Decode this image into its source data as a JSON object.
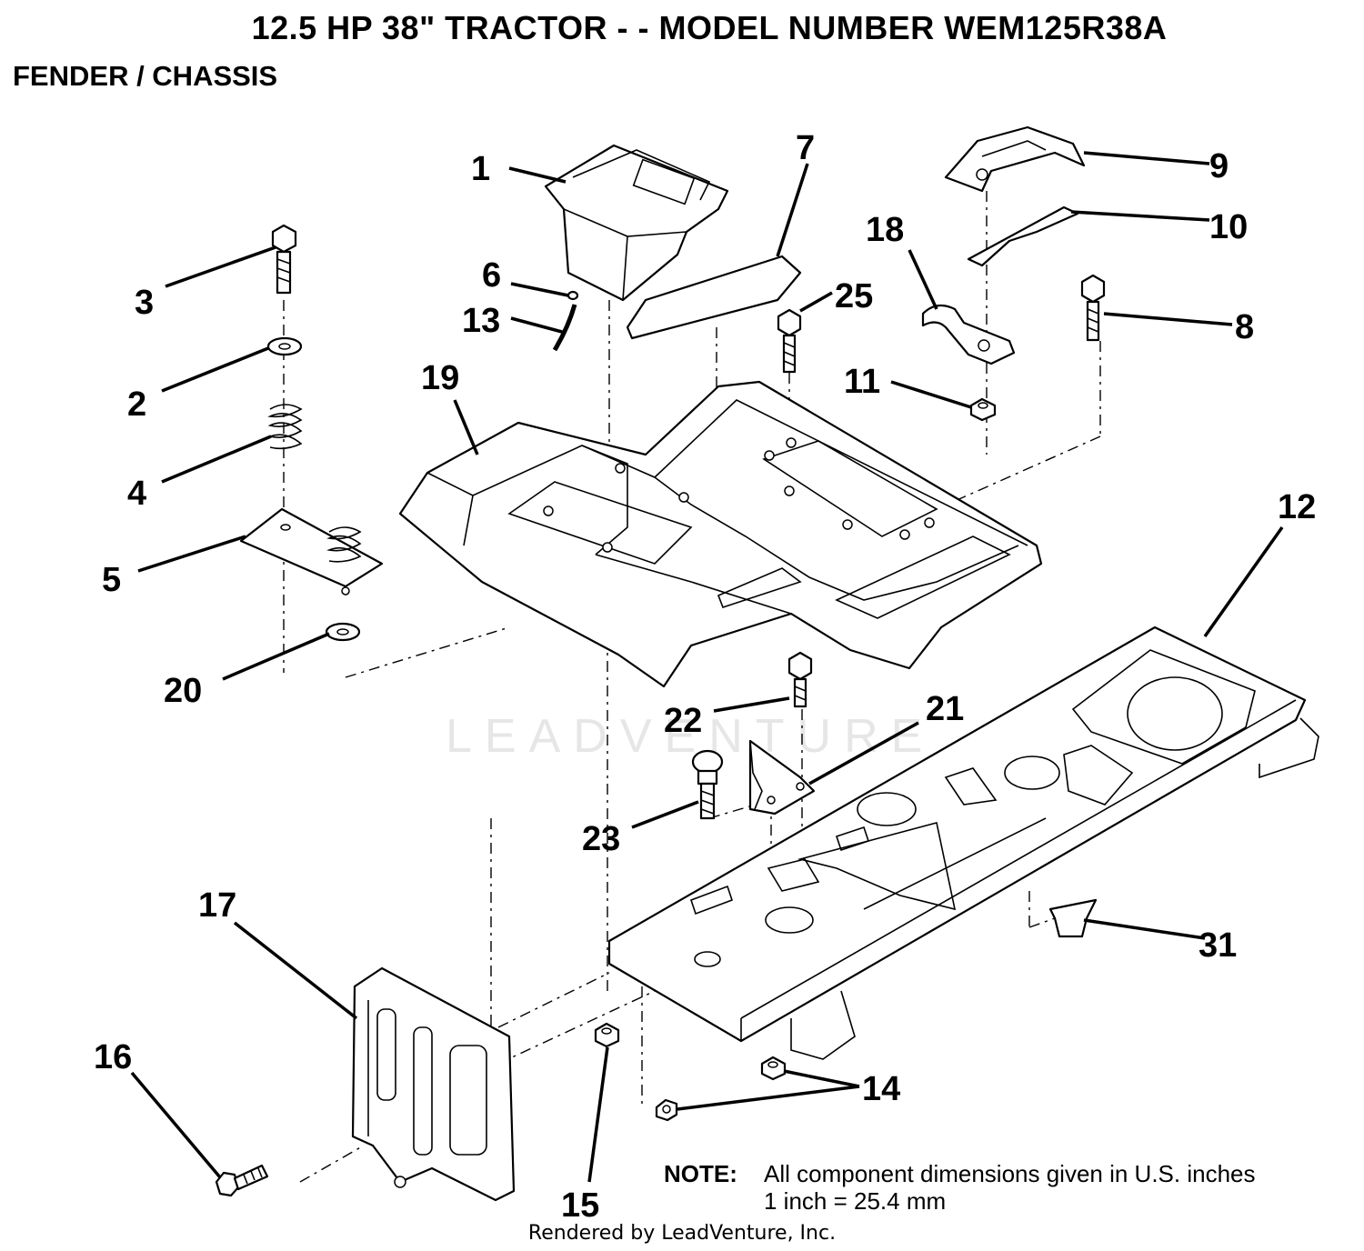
{
  "header": {
    "title": "12.5 HP 38\" TRACTOR - - MODEL NUMBER WEM125R38A",
    "subtitle": "FENDER / CHASSIS"
  },
  "callouts": [
    {
      "id": "callout-1",
      "label": "1"
    },
    {
      "id": "callout-2",
      "label": "2"
    },
    {
      "id": "callout-3",
      "label": "3"
    },
    {
      "id": "callout-4",
      "label": "4"
    },
    {
      "id": "callout-5",
      "label": "5"
    },
    {
      "id": "callout-6",
      "label": "6"
    },
    {
      "id": "callout-7",
      "label": "7"
    },
    {
      "id": "callout-8",
      "label": "8"
    },
    {
      "id": "callout-9",
      "label": "9"
    },
    {
      "id": "callout-10",
      "label": "10"
    },
    {
      "id": "callout-11",
      "label": "11"
    },
    {
      "id": "callout-12",
      "label": "12"
    },
    {
      "id": "callout-13",
      "label": "13"
    },
    {
      "id": "callout-14",
      "label": "14"
    },
    {
      "id": "callout-15",
      "label": "15"
    },
    {
      "id": "callout-16",
      "label": "16"
    },
    {
      "id": "callout-17",
      "label": "17"
    },
    {
      "id": "callout-18",
      "label": "18"
    },
    {
      "id": "callout-19",
      "label": "19"
    },
    {
      "id": "callout-20",
      "label": "20"
    },
    {
      "id": "callout-21",
      "label": "21"
    },
    {
      "id": "callout-22",
      "label": "22"
    },
    {
      "id": "callout-23",
      "label": "23"
    },
    {
      "id": "callout-25",
      "label": "25"
    },
    {
      "id": "callout-31",
      "label": "31"
    }
  ],
  "watermark": "LEADVENTURE",
  "note": {
    "label": "NOTE:",
    "line1": "All component dimensions given in U.S. inches",
    "line2": "1 inch = 25.4 mm"
  },
  "footer": "Rendered by LeadVenture, Inc."
}
